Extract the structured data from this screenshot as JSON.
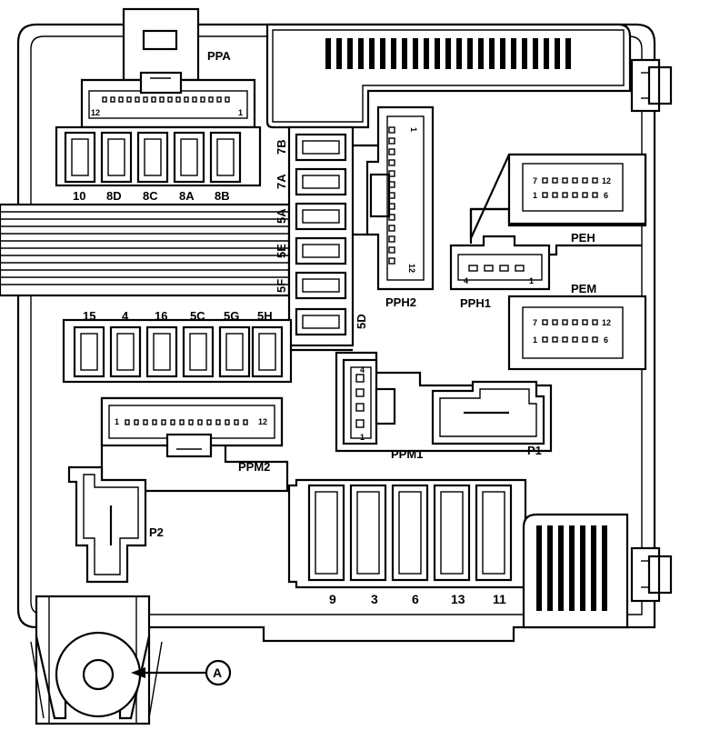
{
  "connectors": {
    "ppa": "PPA",
    "pph2": "PPH2",
    "pph1": "PPH1",
    "peh": "PEH",
    "pem": "PEM",
    "ppm1": "PPM1",
    "ppm2": "PPM2",
    "p1": "P1",
    "p2": "P2"
  },
  "pin_labels": {
    "ppa_12": "12",
    "ppa_1": "1",
    "ppm2_1": "1",
    "ppm2_12": "12",
    "pph2_1": "1",
    "pph2_12": "12",
    "pph1_4": "4",
    "pph1_1": "1",
    "peh_7": "7",
    "peh_12": "12",
    "peh_1": "1",
    "peh_6": "6",
    "pem_7": "7",
    "pem_12": "12",
    "pem_1": "1",
    "pem_6": "6",
    "ppm1_4": "4",
    "ppm1_1": "1"
  },
  "fuses_top_row": [
    "10",
    "8D",
    "8C",
    "8A",
    "8B"
  ],
  "fuses_vertical": [
    "7B",
    "7A",
    "5A",
    "5E",
    "5F",
    "5D"
  ],
  "fuses_mid_row": [
    "15",
    "4",
    "16",
    "5C",
    "5G",
    "5H"
  ],
  "fuses_bottom_row": [
    "9",
    "3",
    "6",
    "13",
    "11"
  ],
  "callout": "A"
}
